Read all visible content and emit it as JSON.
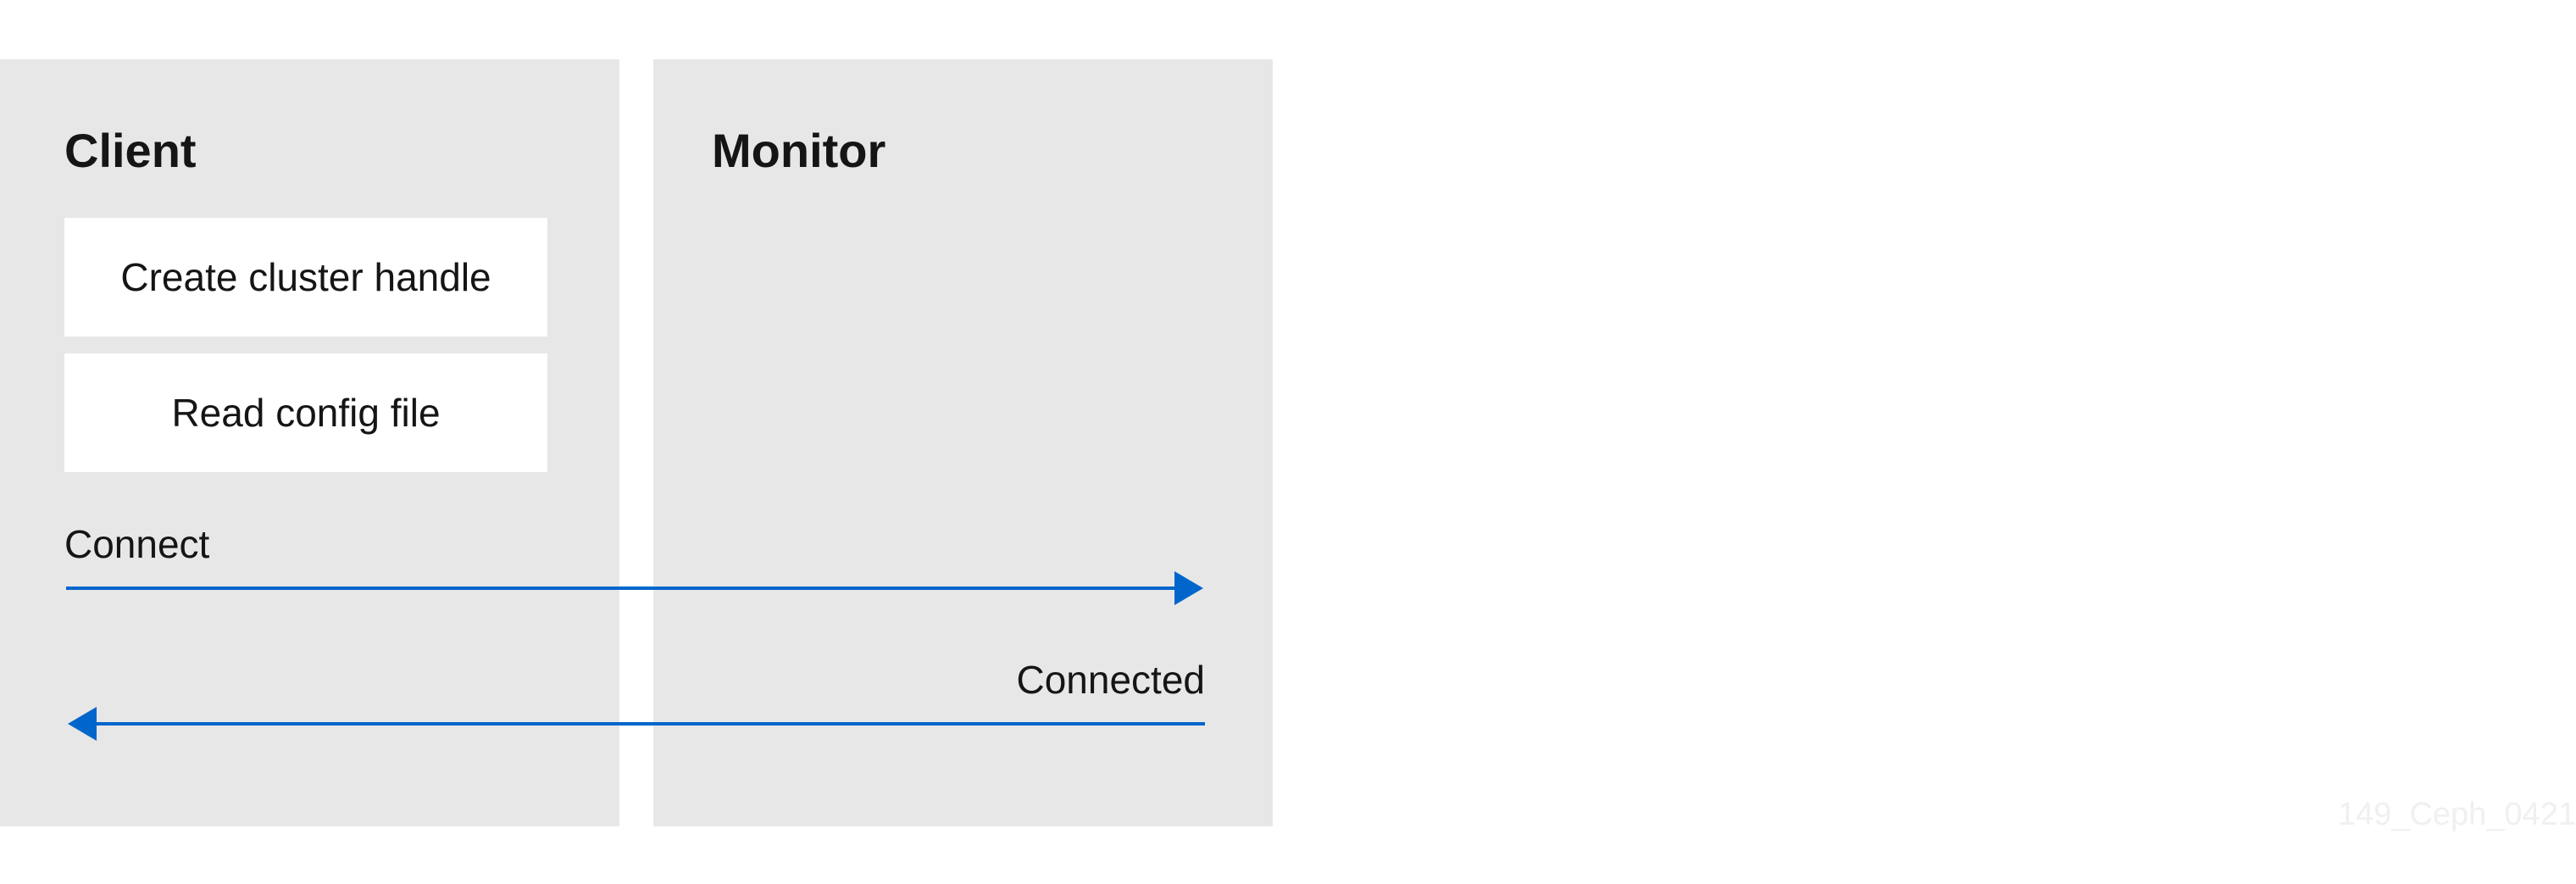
{
  "lanes": {
    "client": {
      "title": "Client"
    },
    "monitor": {
      "title": "Monitor"
    }
  },
  "steps": [
    {
      "label": "Create cluster handle"
    },
    {
      "label": "Read config file"
    }
  ],
  "messages": [
    {
      "label": "Connect",
      "from": "client",
      "to": "monitor"
    },
    {
      "label": "Connected",
      "from": "monitor",
      "to": "client"
    }
  ],
  "colors": {
    "lane_background": "#e7e7e7",
    "step_background": "#ffffff",
    "arrow": "#0066cc",
    "text": "#151515"
  },
  "watermark": "149_Ceph_0421"
}
